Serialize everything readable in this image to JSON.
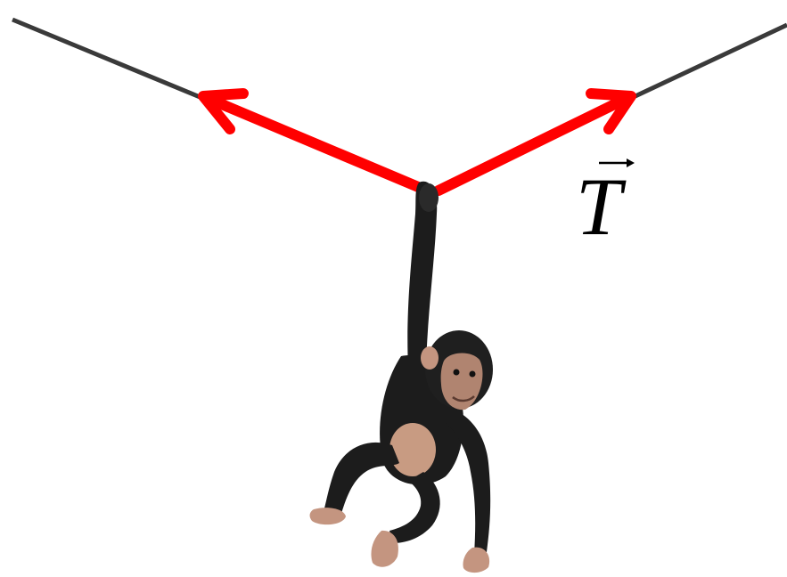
{
  "vector_label": "T",
  "colors": {
    "rope": "#3a3a3a",
    "tension_arrow": "#ff0000",
    "fur": "#1c1c1c",
    "fur_highlight": "#3a3a3a",
    "skin": "#d9a88a",
    "background": "#ffffff"
  },
  "elements": {
    "rope": "rope",
    "left_tension_vector": "tension-arrow-left",
    "right_tension_vector": "tension-arrow-right",
    "subject": "chimpanzee-illustration"
  }
}
